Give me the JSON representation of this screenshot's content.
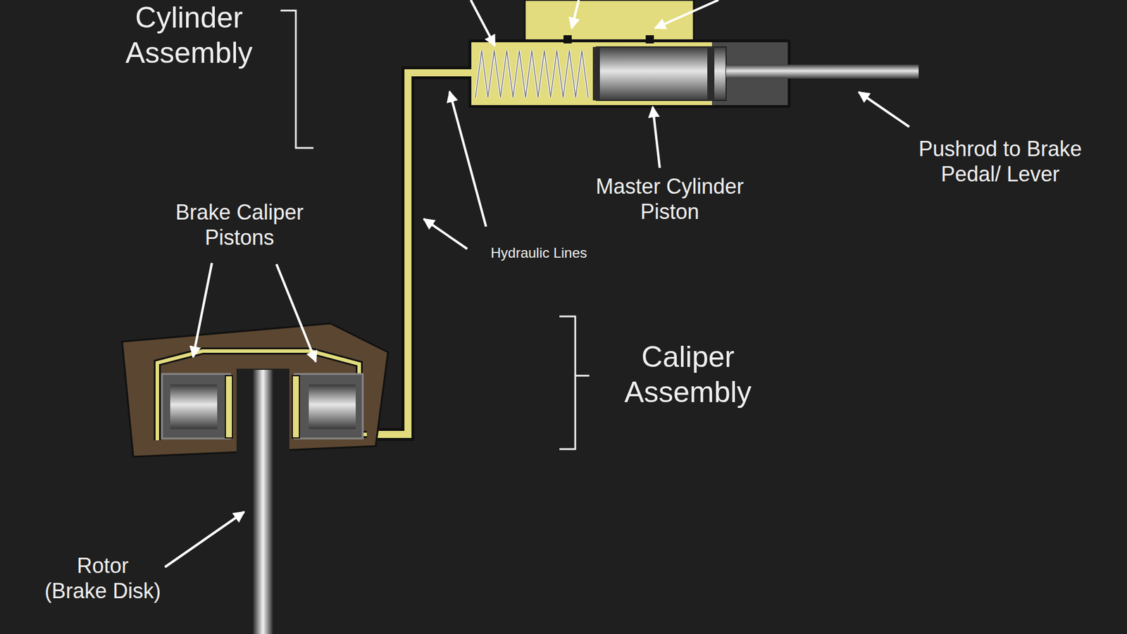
{
  "diagram": {
    "labels": [
      "Cylinder Assembly",
      "Pushrod to Brake Pedal/ Lever",
      "Master Cylinder Piston",
      "Hydraulic Lines",
      "Brake Caliper Pistons",
      "Caliper Assembly",
      "Rotor (Brake Disk)"
    ]
  }
}
